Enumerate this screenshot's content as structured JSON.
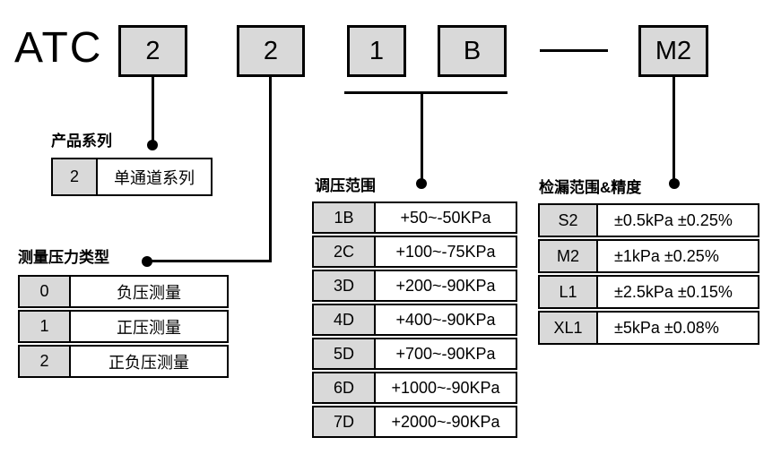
{
  "title": "ATC",
  "code_boxes": [
    {
      "label": "2"
    },
    {
      "label": "2"
    },
    {
      "label": "1"
    },
    {
      "label": "B"
    },
    {
      "label": "M2"
    }
  ],
  "sections": {
    "product_series": {
      "label": "产品系列",
      "rows": [
        {
          "code": "2",
          "value": "单通道系列"
        }
      ]
    },
    "pressure_type": {
      "label": "测量压力类型",
      "rows": [
        {
          "code": "0",
          "value": "负压测量"
        },
        {
          "code": "1",
          "value": "正压测量"
        },
        {
          "code": "2",
          "value": "正负压测量"
        }
      ]
    },
    "regulation_range": {
      "label": "调压范围",
      "rows": [
        {
          "code": "1B",
          "value": "+50~-50KPa"
        },
        {
          "code": "2C",
          "value": "+100~-75KPa"
        },
        {
          "code": "3D",
          "value": "+200~-90KPa"
        },
        {
          "code": "4D",
          "value": "+400~-90KPa"
        },
        {
          "code": "5D",
          "value": "+700~-90KPa"
        },
        {
          "code": "6D",
          "value": "+1000~-90KPa"
        },
        {
          "code": "7D",
          "value": "+2000~-90KPa"
        }
      ]
    },
    "leak_range_accuracy": {
      "label": "检漏范围&精度",
      "rows": [
        {
          "code": "S2",
          "value": "±0.5kPa ±0.25%"
        },
        {
          "code": "M2",
          "value": "±1kPa ±0.25%"
        },
        {
          "code": "L1",
          "value": "±2.5kPa ±0.15%"
        },
        {
          "code": "XL1",
          "value": "±5kPa ±0.08%"
        }
      ]
    }
  },
  "colors": {
    "box_fill": "#d9d9d9",
    "line": "#000000",
    "background": "#ffffff"
  }
}
